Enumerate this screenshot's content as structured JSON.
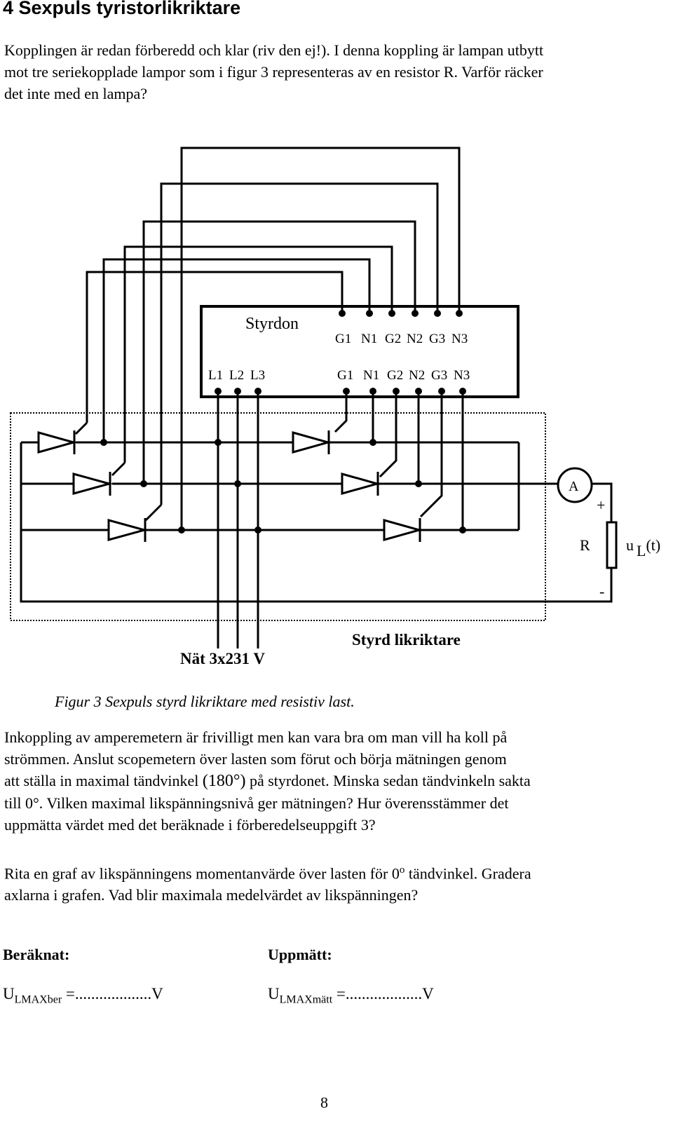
{
  "section": {
    "title": "4 Sexpuls tyristorlikriktare"
  },
  "intro": {
    "line1": "Kopplingen är redan förberedd och klar (riv den ej!). I denna koppling är lampan utbytt",
    "line2": "mot tre seriekopplade lampor som i figur 3 representeras av en resistor R. Varför räcker",
    "line3": "det inte med en lampa?"
  },
  "figure": {
    "styrdon_label": "Styrdon",
    "top_terminals": [
      "G1",
      "N1",
      "G2",
      "N2",
      "G3",
      "N3"
    ],
    "phase_labels": [
      "L1",
      "L2",
      "L3"
    ],
    "bottom_terminals": [
      "G1",
      "N1",
      "G2",
      "N2",
      "G3",
      "N3"
    ],
    "ammeter": "A",
    "resistor": "R",
    "plus": "+",
    "minus": "-",
    "voltage_u": "u",
    "voltage_sub": "L",
    "voltage_t": "(t)",
    "rectifier_label": "Styrd likriktare",
    "grid_label": "Nät 3x231 V",
    "caption": "Figur 3 Sexpuls styrd likriktare med resistiv last."
  },
  "task": {
    "p1_l1": "Inkoppling av amperemetern är frivilligt men kan vara bra om man vill ha koll på",
    "p1_l2": "strömmen. Anslut scopemetern över lasten som förut och börja mätningen genom",
    "p1_l3a": "att ställa in maximal tändvinkel",
    "p1_angle": "(180°)",
    "p1_l3b": "på styrdonet. Minska sedan tändvinkeln sakta",
    "p1_l4a": "till",
    "p1_zero": "0°",
    "p1_l4b": ". Vilken maximal likspänningsnivå ger mätningen? Hur överensstämmer det",
    "p1_l5": "uppmätta värdet med det beräknade i förberedelseuppgift 3?",
    "p2_l1a": "Rita en graf av likspänningens momentanvärde över lasten för 0",
    "p2_sup": "o",
    "p2_l1b": " tändvinkel. Gradera",
    "p2_l2": "axlarna i grafen. Vad blir maximala medelvärdet av likspänningen?"
  },
  "answers": {
    "calc_label": "Beräknat:",
    "meas_label": "Uppmätt:",
    "calc_u": "U",
    "calc_sub": "LMAXber",
    "calc_tail": " =...................V",
    "meas_u": "U",
    "meas_sub": "LMAXmätt",
    "meas_tail": " =...................V"
  },
  "page_number": "8"
}
